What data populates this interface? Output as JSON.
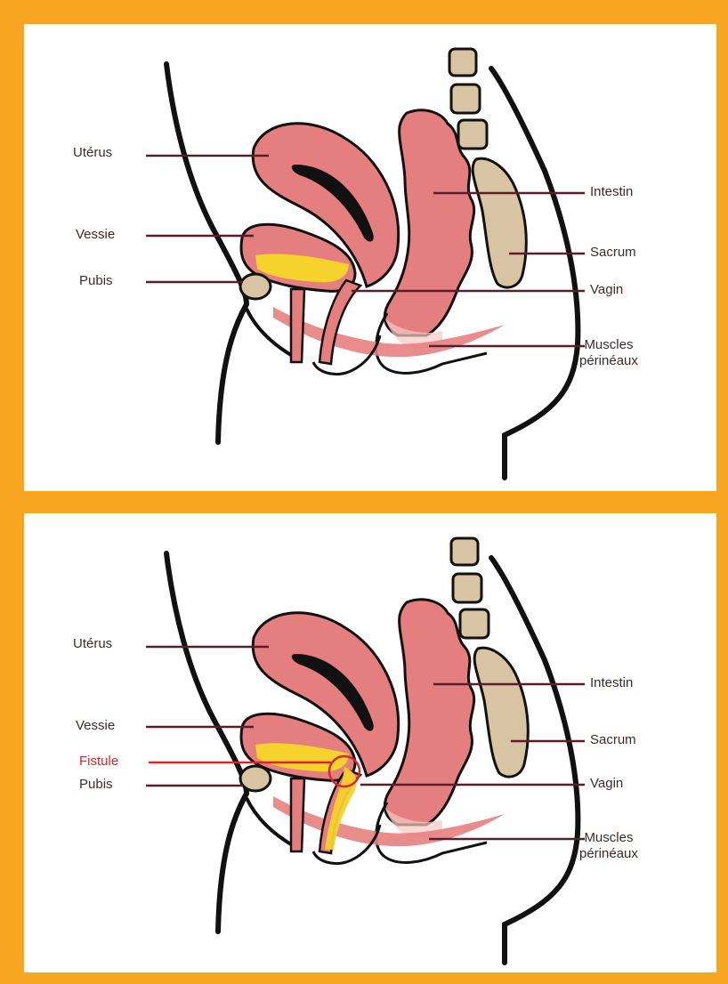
{
  "panels": {
    "normal": {
      "labels": {
        "uterus": "Utérus",
        "bladder": "Vessie",
        "pubis": "Pubis",
        "intestine": "Intestin",
        "sacrum": "Sacrum",
        "vagina": "Vagin",
        "muscles_line1": "Muscles",
        "muscles_line2": "périnéaux"
      }
    },
    "fistula": {
      "labels": {
        "uterus": "Utérus",
        "bladder": "Vessie",
        "fistula": "Fistule",
        "pubis": "Pubis",
        "intestine": "Intestin",
        "sacrum": "Sacrum",
        "vagina": "Vagin",
        "muscles_line1": "Muscles",
        "muscles_line2": "périnéaux"
      }
    }
  },
  "colors": {
    "frame": "#f7a521",
    "organ_pink": "#e57f7f",
    "organ_light": "#f2b5b0",
    "urine_yellow": "#f5d22c",
    "bone_tan": "#d8c3a3",
    "outline": "#111111",
    "leader_line": "#5a1e2a",
    "fistula_red": "#d9262b"
  }
}
